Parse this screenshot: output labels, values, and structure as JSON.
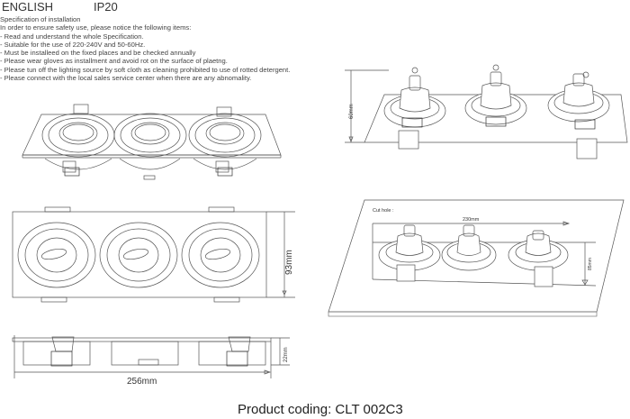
{
  "header": {
    "language": "ENGLISH",
    "ip_rating": "IP20"
  },
  "specification": {
    "title": "Specification of installation",
    "intro": "In order to ensure safety use, please notice the following items:",
    "items": [
      "- Read and understand the whole Specification.",
      "- Suitable for the use of 220-240V and 50-60Hz.",
      "- Must be installeed on the fixed places and be checked annually",
      "- Please wear gloves as installment and avoid rot on the surface of plaetng.",
      "- Please tun off the lighting source by soft cloth as cleaning prohibited to use of rotted detergent.",
      "- Please connect with the local sales service center when there are any abnomality."
    ]
  },
  "drawings": {
    "top_view": {
      "height_label": "93mm"
    },
    "side_view": {
      "width_label": "256mm",
      "depth_label": "22mm"
    },
    "perspective_view": {
      "height_label": "60mm"
    },
    "cut_hole_view": {
      "title": "Cut hole :",
      "width_label": "230mm",
      "height_label": "85mm"
    }
  },
  "footer": {
    "product_coding": "Product coding: CLT 002C3"
  }
}
